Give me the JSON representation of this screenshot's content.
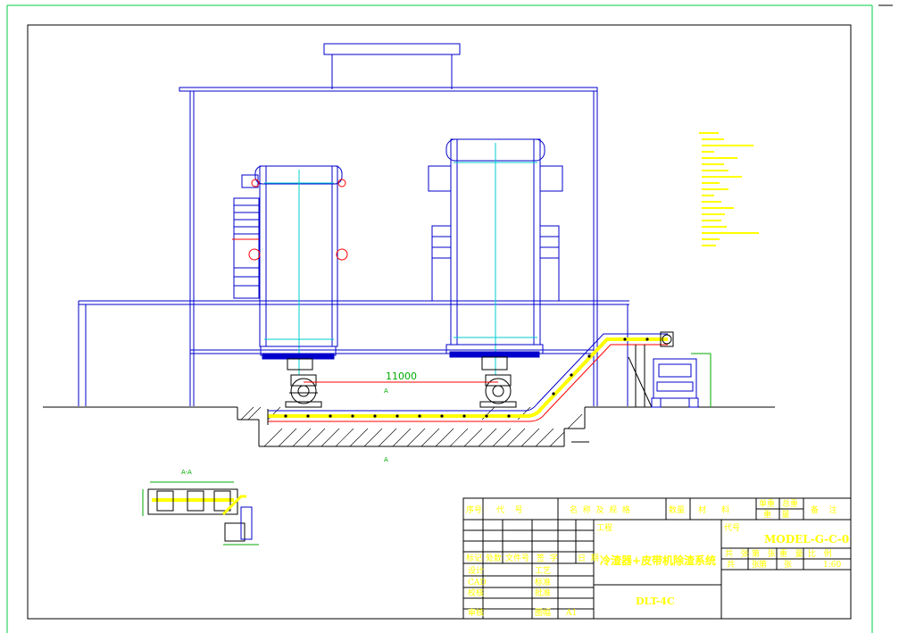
{
  "colors": {
    "frame_green": "#00cc44",
    "outline_blue": "#0000cc",
    "conveyor_yellow": "#ffff00",
    "accent_red": "#ff0000",
    "cyan": "#00cccc",
    "dim_green": "#00aa00"
  },
  "drawing": {
    "dimension_length": "11000",
    "section_marker": "A",
    "section_view_label": "A-A"
  },
  "title_block": {
    "bom_header": {
      "seq": "序号",
      "code": "代    号",
      "name_spec": "名  称  及  规  格",
      "qty": "数量",
      "material": "材      料",
      "unit_weight": "单重",
      "total_weight": "总重",
      "weight_row": "重    量",
      "remark": "备    注"
    },
    "revision_row": {
      "mark": "标记",
      "count": "处数",
      "doc_no": "文件号",
      "sign": "签  字",
      "date": "日  期"
    },
    "roles": [
      "设计",
      "CAD",
      "校核",
      "审核"
    ],
    "right_roles": [
      "工艺",
      "标准",
      "批准",
      "图幅"
    ],
    "sheet_size": "A1",
    "project_label": "工程",
    "drawing_title": "冷渣器+皮带机除渣系统",
    "model": "DLT-4C",
    "code_label": "代号",
    "drawing_no": "MODEL-G-C-0",
    "stage_labels": [
      "共   张",
      "第   张",
      "重   量",
      "比   例"
    ],
    "sheet_info": [
      "共",
      "张",
      "第",
      "张"
    ],
    "scale": "1:60"
  }
}
